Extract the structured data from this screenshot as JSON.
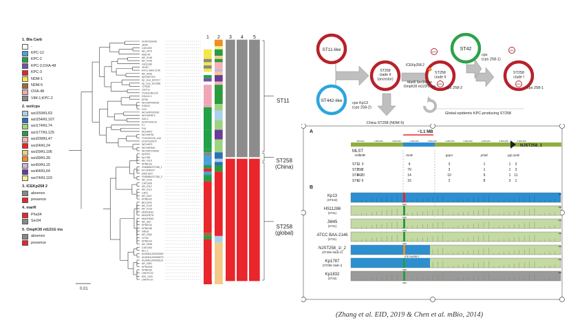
{
  "legend": {
    "bla_carb": {
      "title": "1. Bla Carb",
      "items": [
        {
          "label": "-",
          "color": "#ffffff"
        },
        {
          "label": "KPC-12",
          "color": "#4aa0d8"
        },
        {
          "label": "KPC-2",
          "color": "#22a14a"
        },
        {
          "label": "KPC-2;OXA-48",
          "color": "#7452a8"
        },
        {
          "label": "KPC-3",
          "color": "#e8262c"
        },
        {
          "label": "NDM-1",
          "color": "#f2e74a"
        },
        {
          "label": "NDM-5",
          "color": "#9a6b3e"
        },
        {
          "label": "OXA-48",
          "color": "#f1a6b6"
        },
        {
          "label": "VIM-1;KPC-2",
          "color": "#888888"
        }
      ]
    },
    "wzi": {
      "title": "2. wzi/cps",
      "items": [
        {
          "label": "wzi150/KL63",
          "color": "#a8d2ec"
        },
        {
          "label": "wzi154/KL107",
          "color": "#2c6fb6"
        },
        {
          "label": "wzi174/KL74",
          "color": "#9ed37f"
        },
        {
          "label": "wzi177/KL125",
          "color": "#2a9b3f"
        },
        {
          "label": "wzi209/KL47",
          "color": "#f7b0b4"
        },
        {
          "label": "wzi24/KL24",
          "color": "#e9242a"
        },
        {
          "label": "wzi29/KL106",
          "color": "#f5c98a"
        },
        {
          "label": "wzi39/KL39",
          "color": "#f08e1f"
        },
        {
          "label": "wzi50/KL15",
          "color": "#c8b6db"
        },
        {
          "label": "wzi64/KL64",
          "color": "#6a3c98"
        },
        {
          "label": "wzi74/KL103",
          "color": "#f3ee96"
        }
      ]
    },
    "icekp": {
      "title": "3. ICEKp258 2",
      "items": [
        {
          "label": "absence",
          "color": "#888888"
        },
        {
          "label": "presence",
          "color": "#e8262c"
        }
      ]
    },
    "marR": {
      "title": "4. marR",
      "items": [
        {
          "label": "Pha34",
          "color": "#e8262c"
        },
        {
          "label": "Ser34",
          "color": "#888888"
        }
      ]
    },
    "ompk": {
      "title": "5. OmpK35 nt121G ins",
      "items": [
        {
          "label": "absence",
          "color": "#888888"
        },
        {
          "label": "presence",
          "color": "#e8262c"
        }
      ]
    }
  },
  "scale_bar": "0.01",
  "column_headers": [
    "1",
    "2",
    "3",
    "4",
    "5"
  ],
  "clades": {
    "st11": "ST11",
    "st258_china": "ST258\n(China)",
    "st258_global": "ST258\n(global)"
  },
  "isolates": [
    "SCKP020046",
    "JM45",
    "CAV1392",
    "AR_0079",
    "KBE-45",
    "AR_0148",
    "AR_0146",
    "HS11286",
    "JS187",
    "ATCC BAA-2146",
    "AR_0049",
    "WCHKP7E2",
    "Kp_Goe_822917",
    "Kp_Goe_821588",
    "72T005",
    "1S0711",
    "TVGHCRE225",
    "D3U10-3",
    "KP58",
    "WCHKP040035",
    "S15021",
    "G24",
    "WCHKP020030",
    "WCHKP8F4",
    "S90-2",
    "SCKP020143",
    "F1",
    "F44",
    "WCHKP2",
    "WCHKP36",
    "TVGHKGO5_444",
    "SCKP020070",
    "WCHKP3",
    "WCHKP649",
    "WCHKP115069",
    "Kp2202",
    "Kp1788",
    "AR_0115",
    "KPNIH33",
    "SS668NJST258_1",
    "NJ-CRE047",
    "DMC1097",
    "SS668NJST258_2",
    "AR_0125",
    "CAV1596",
    "AR_0112",
    "AR_0113",
    "CAV1",
    "AR_0047",
    "KPNIH32",
    "BK13043",
    "AR_0120",
    "AR_0129",
    "MNCRE53",
    "MNCRE78",
    "MNCRE69",
    "AR_363",
    "KPNIH10",
    "KPNIH36",
    "34618",
    "AR_0363",
    "12752",
    "KPNIH24",
    "AR_0098",
    "CAV1453",
    "BIC-1",
    "AUSMDU00003562",
    "AUSMDU00008079",
    "AUSMDU00008119",
    "AR_0361",
    "KPR0928",
    "KPNIH30",
    "UHKPC33",
    "500_1420",
    "UHKPC07"
  ],
  "schematic": {
    "st11_like": "ST11-like",
    "st442_like": "ST442-like",
    "st258_clade2": "ST258\nclade II\n(ancestor)",
    "st258_clade2b": "ST258\nclade II",
    "st42": "ST42",
    "st258_clade1": "ST258\nclade I",
    "cps_kp13": "cps Kp13\n(cps 258-2)",
    "cps_258_2": "cps 258-2",
    "cps_258_1": "cps 258-1",
    "cps_top": "cps\n(cps 258-1)",
    "icekp_label": "ICEKp258.2",
    "marR_label": "MarR Ser34Phe\nOmpK35 nt121 G ins",
    "china_label": "China ST258 (NDM-5)",
    "global_label": "Global epidemic KPC-producing ST258",
    "kpc": "KPC"
  },
  "panel_a": {
    "label": "A",
    "size": "~1.1 MB",
    "contig": "NJST258_1",
    "ticks": [
      "500,000",
      "1,000,000",
      "1,500,000",
      "2,000,000",
      "2,500,000",
      "3,000,000",
      "3,500,000",
      "4,000,000",
      "4,500,000",
      "5,000,000"
    ],
    "genes": [
      "mdh",
      "infB",
      "tonB",
      "gapA",
      "phoE",
      "pgi",
      "rpoB"
    ],
    "mlst_header": "MLST",
    "mlst_rows": [
      {
        "st": "ST11",
        "values": "1  3        4        3        1     1  3"
      },
      {
        "st": "ST258",
        "values": "1  3        79        3        1     1  3"
      },
      {
        "st": "ST442",
        "values": "2  20       14       10        9     1  11"
      },
      {
        "st": "ST42",
        "values": "1  6        15        2        8     3  1"
      }
    ]
  },
  "panel_b": {
    "label": "B",
    "tracks": [
      {
        "name": "Kp13",
        "sub": "(ST442)",
        "style": "blue",
        "mark": "cps"
      },
      {
        "name": "HS11286",
        "sub": "(ST11)",
        "style": "green",
        "mark": "cps"
      },
      {
        "name": "JM45",
        "sub": "(ST11)",
        "style": "green",
        "mark": "cps"
      },
      {
        "name": "ATCC BAA-2146",
        "sub": "(ST11)",
        "style": "green",
        "mark": "cps"
      },
      {
        "name": "NJST258_1/_2",
        "sub": "(ST258 clade II)",
        "style": "greenblue",
        "mark": "ICE Kp258.2"
      },
      {
        "name": "Kp1787",
        "sub": "(ST258 clade I)",
        "style": "greenblue",
        "mark": "cps"
      },
      {
        "name": "Kp1832",
        "sub": "(ST42)",
        "style": "gray",
        "mark": "cps"
      }
    ],
    "max_label": "100"
  },
  "citation": "(Zhang et al. EID, 2019 & Chen et al. mBio, 2014)"
}
